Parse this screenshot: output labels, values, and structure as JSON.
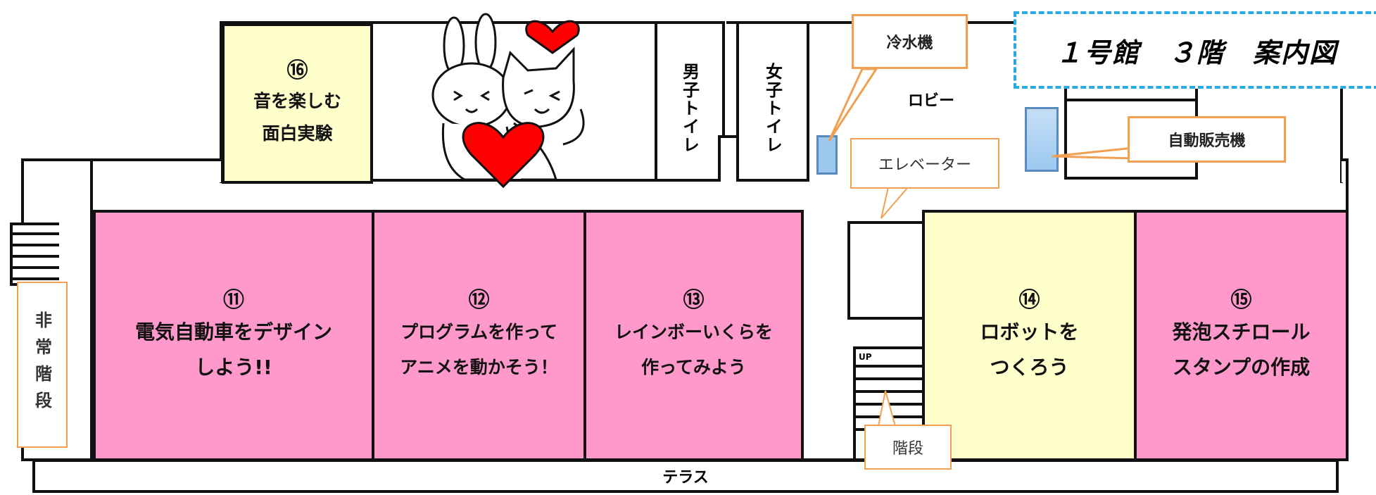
{
  "title": "１号館　３階　案内図",
  "rooms": [
    {
      "num": "⑪",
      "title": "電気自動車をデザイン\nしよう!!"
    },
    {
      "num": "⑫",
      "title": "プログラムを作って\nアニメを動かそう！"
    },
    {
      "num": "⑬",
      "title": "レインボーいくらを\n作ってみよう"
    },
    {
      "num": "⑭",
      "title": "ロボットを\nつくろう"
    },
    {
      "num": "⑮",
      "title": "発泡スチロール\nスタンプの作成"
    },
    {
      "num": "⑯",
      "title": "音を楽しむ\n面白実験"
    }
  ],
  "labels": {
    "mens_toilet": "男子トイレ",
    "womens_toilet": "女子トイレ",
    "lobby": "ロビー",
    "terrace": "テラス",
    "emergency_stairs": "非常階段",
    "water_cooler": "冷水機",
    "vending_machine": "自動販売機",
    "elevator": "エレベーター",
    "stairs": "階段",
    "stairs_up": "UP"
  },
  "colors": {
    "pink_room": "#ff99cc",
    "yellow_room": "#ffffcc",
    "callout_border": "#f0a050",
    "title_border": "#29abe2",
    "machine_blue": "#9cc8f0",
    "heart": "#ff0000"
  }
}
